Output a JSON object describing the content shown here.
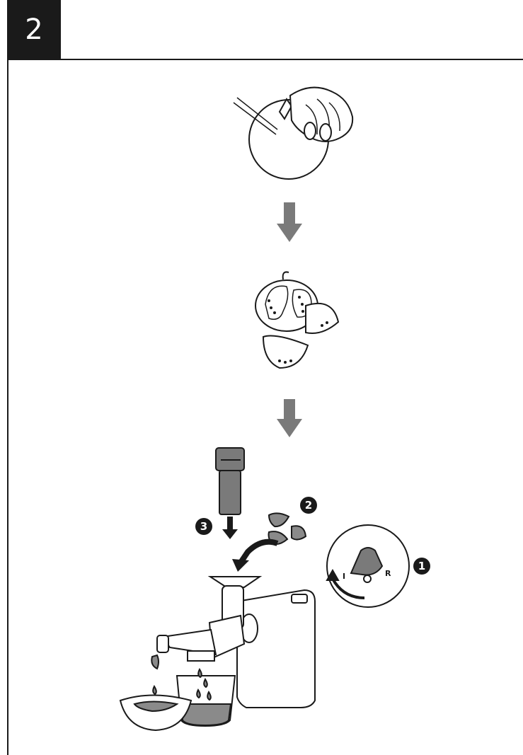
{
  "step": {
    "number": "2"
  },
  "callouts": {
    "one": "1",
    "two": "2",
    "three": "3"
  },
  "dial": {
    "label_on": "I",
    "label_off": "O",
    "label_reverse": "R"
  },
  "colors": {
    "ink": "#1a1a1a",
    "arrow_gray": "#7a7a7a",
    "juice": "#8a8a8a"
  }
}
